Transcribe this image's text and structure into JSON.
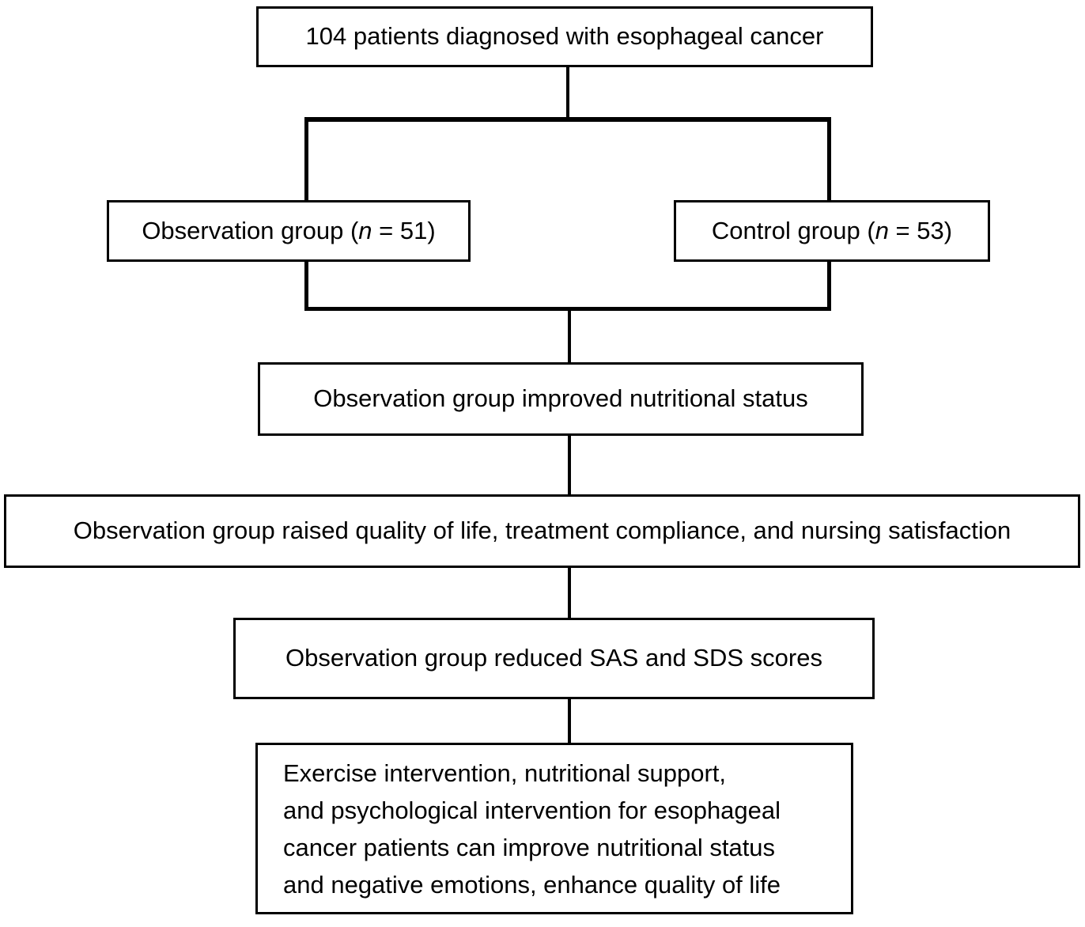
{
  "flowchart": {
    "patients": {
      "text": "104 patients diagnosed with esophageal cancer"
    },
    "observation_group": {
      "prefix": "Observation group (",
      "n": "n",
      "suffix": " = 51)"
    },
    "control_group": {
      "prefix": "Control group (",
      "n": "n",
      "suffix": " = 53)"
    },
    "improved_nutrition": {
      "text": "Observation group improved nutritional status"
    },
    "quality_of_life": {
      "text": "Observation group raised quality of life, treatment compliance, and nursing satisfaction"
    },
    "reduced_scores": {
      "text": "Observation group reduced SAS and SDS scores"
    },
    "conclusion": {
      "lines": [
        "Exercise intervention, nutritional support,",
        "and psychological intervention for esophageal",
        "cancer patients can improve nutritional status",
        "and negative emotions, enhance quality of life"
      ]
    }
  },
  "colors": {
    "line": "#000000",
    "text": "#000000",
    "background": "#ffffff"
  }
}
